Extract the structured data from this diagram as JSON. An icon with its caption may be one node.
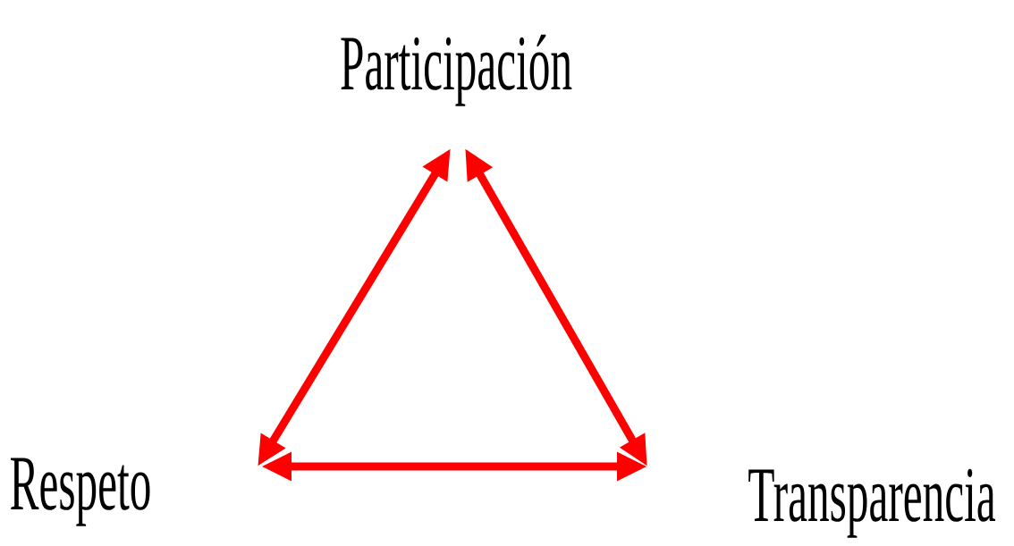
{
  "diagram": {
    "nodes": [
      {
        "text": [
          "Participación"
        ]
      },
      {
        "text": [
          "Respeto"
        ]
      },
      {
        "text": [
          "Transparencia"
        ]
      }
    ]
  }
}
